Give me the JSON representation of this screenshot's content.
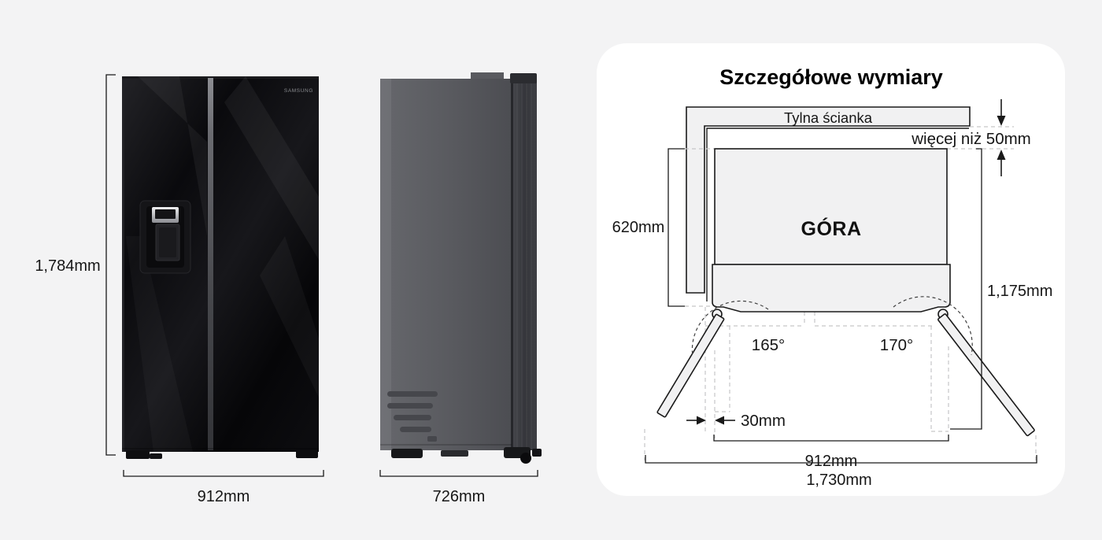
{
  "front_view": {
    "height_label": "1,784mm",
    "width_label": "912mm",
    "logo": "SAMSUNG"
  },
  "side_view": {
    "depth_label": "726mm"
  },
  "panel": {
    "title": "Szczegółowe wymiary",
    "labels": {
      "back_wall": "Tylna ścianka",
      "clearance": "więcej niż 50mm",
      "left_depth": "620mm",
      "top_marker": "GÓRA",
      "right_depth": "1,175mm",
      "left_door_angle": "165°",
      "right_door_angle": "170°",
      "side_clearance": "30mm",
      "body_width": "912mm",
      "total_width": "1,730mm"
    }
  },
  "colors": {
    "page_bg": "#f3f3f4",
    "panel_bg": "#ffffff",
    "diagram_fill": "#f1f1f2",
    "diagram_stroke": "#1a1a1a",
    "dashed_guide": "#c6c6c8",
    "fridge_front": "#0a0a0d",
    "fridge_side": "#54555a"
  }
}
